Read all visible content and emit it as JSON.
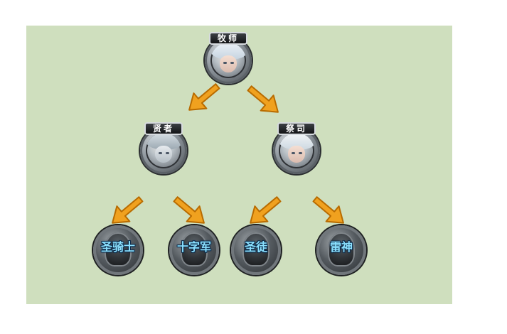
{
  "tree": {
    "root": {
      "label": "牧师",
      "icon": "priest-portrait-icon"
    },
    "tier2": [
      {
        "label": "贤者",
        "icon": "sage-portrait-icon"
      },
      {
        "label": "祭司",
        "icon": "cleric-portrait-icon"
      }
    ],
    "tier3": [
      {
        "label": "圣骑士",
        "state": "locked"
      },
      {
        "label": "十字军",
        "state": "locked"
      },
      {
        "label": "圣徒",
        "state": "locked"
      },
      {
        "label": "雷神",
        "state": "locked"
      }
    ]
  },
  "colors": {
    "panel_background": "#cfdfbe",
    "arrow": "#f0a11f",
    "locked_label": "#8be1ff"
  }
}
